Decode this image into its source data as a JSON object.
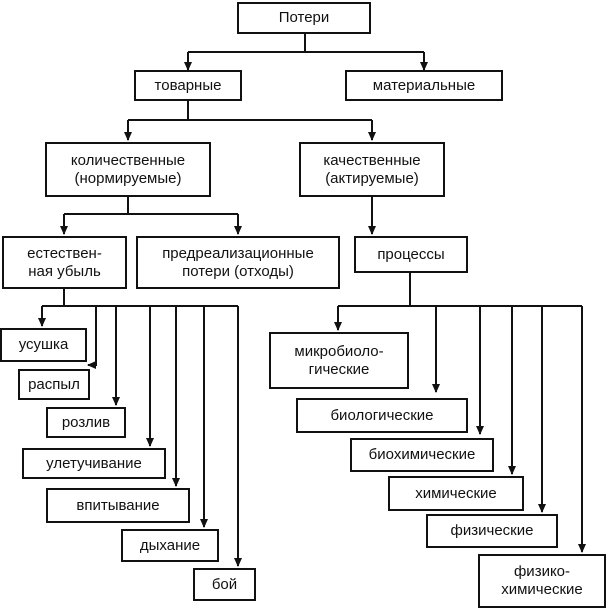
{
  "nodes": {
    "poteri": "Потери",
    "tovarnye": "товарные",
    "materialnye": "материальные",
    "kolichestvennye": [
      "количественные",
      "(нормируемые)"
    ],
    "kachestvennye": [
      "качественные",
      "(актируемые)"
    ],
    "estestvennaya_ubyl": [
      "естествен-",
      "ная убыль"
    ],
    "predrealizatsionnye": [
      "предреализационные",
      "потери (отходы)"
    ],
    "protsessy": "процессы",
    "usushka": "усушка",
    "raspyl": "распыл",
    "rozliv": "розлив",
    "uletuchivanie": "улетучивание",
    "vpityvanie": "впитывание",
    "dykhanie": "дыхание",
    "boy": "бой",
    "mikrobiologicheskie": [
      "микробиоло-",
      "гические"
    ],
    "biologicheskie": "биологические",
    "biokhimicheskie": "биохимические",
    "khimicheskie": "химические",
    "fizicheskie": "физические",
    "fiziko_khimicheskie": [
      "физико-",
      "химические"
    ]
  }
}
